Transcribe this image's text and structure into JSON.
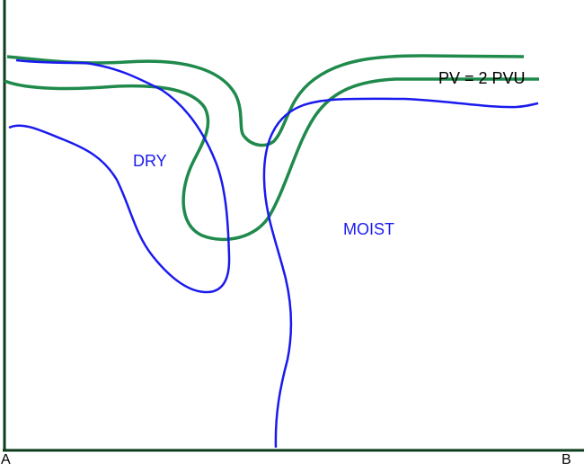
{
  "labels": {
    "pv": "PV = 2 PVU",
    "dry": "DRY",
    "moist": "MOIST",
    "axis_start": "A",
    "axis_end": "B"
  },
  "colors": {
    "pv_contour": "#1f8a4c",
    "moisture_contour": "#1a1aee",
    "axis": "#0d3d1c",
    "text_blue": "#1a1aee",
    "text_black": "#000000"
  }
}
